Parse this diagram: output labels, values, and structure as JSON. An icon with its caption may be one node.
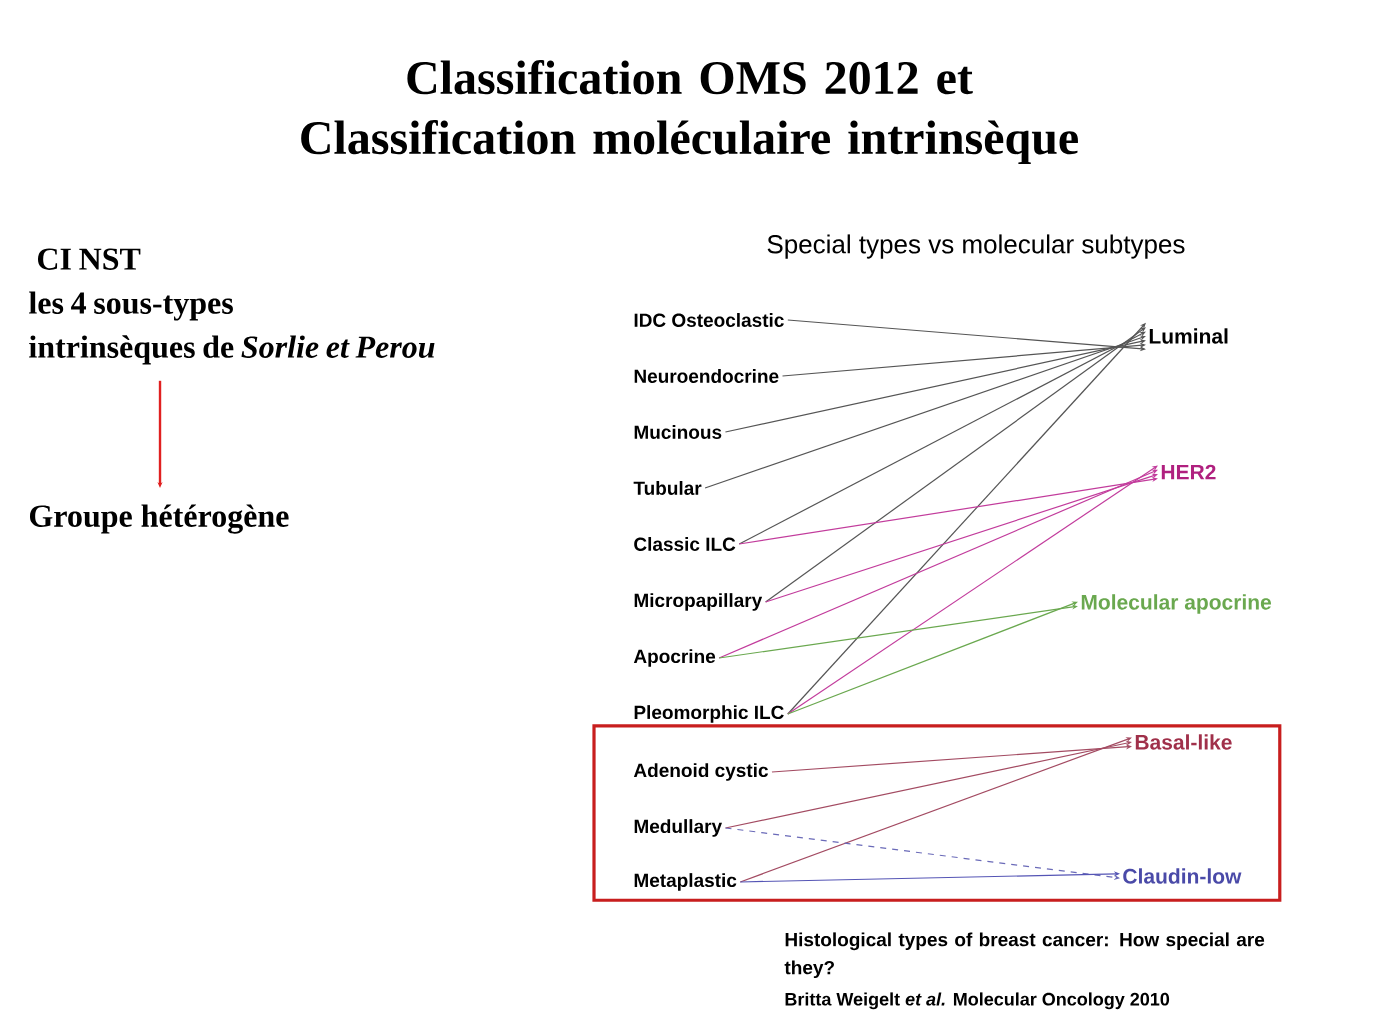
{
  "diagram": {
    "title": "Classification OMS 2012 et Classification moléculaire intrinsèque",
    "nodes": [
      {
        "text": [
          "CI NST",
          "les 4 sous-types intrinsèques de *Sorlie et Perou*"
        ]
      },
      {
        "text": [
          "Groupe hétérogène"
        ]
      },
      {
        "text": [
          "IDC Osteoclastic"
        ]
      },
      {
        "text": [
          "Neuroendocrine"
        ]
      },
      {
        "text": [
          "Mucinous"
        ]
      },
      {
        "text": [
          "Tubular"
        ]
      },
      {
        "text": [
          "Classic ILC"
        ]
      },
      {
        "text": [
          "Micropapillary"
        ]
      },
      {
        "text": [
          "Apocrine"
        ]
      },
      {
        "text": [
          "Pleomorphic ILC"
        ]
      },
      {
        "text": [
          "Luminal"
        ]
      },
      {
        "text": [
          "HER2"
        ]
      },
      {
        "text": [
          "Molecular apocrine"
        ]
      },
      {
        "text": [],
        "shape": "box"
      },
      {
        "text": [
          "Adenoid cystic"
        ],
        "in": 13
      },
      {
        "text": [
          "Medullary"
        ],
        "in": 13
      },
      {
        "text": [
          "Metaplastic"
        ],
        "in": 13
      },
      {
        "text": [
          "Basal-like"
        ],
        "in": 13
      },
      {
        "text": [
          "Claudin-low"
        ],
        "in": 13
      }
    ],
    "edges": [
      {
        "from": 0,
        "to": 1,
        "arrow": "to",
        "color": "#e02020"
      },
      {
        "from": 2,
        "to": 10,
        "arrow": "to"
      },
      {
        "from": 3,
        "to": 10,
        "arrow": "to"
      },
      {
        "from": 4,
        "to": 10,
        "arrow": "to"
      },
      {
        "from": 5,
        "to": 10,
        "arrow": "to"
      },
      {
        "from": 6,
        "to": 10,
        "arrow": "to"
      },
      {
        "from": 7,
        "to": 10,
        "arrow": "to"
      },
      {
        "from": 9,
        "to": 10,
        "arrow": "to"
      },
      {
        "from": 6,
        "to": 11,
        "arrow": "to",
        "color": "#c23c9c"
      },
      {
        "from": 7,
        "to": 11,
        "arrow": "to",
        "color": "#c23c9c"
      },
      {
        "from": 8,
        "to": 11,
        "arrow": "to",
        "color": "#c23c9c"
      },
      {
        "from": 9,
        "to": 11,
        "arrow": "to",
        "color": "#c23c9c"
      },
      {
        "from": 8,
        "to": 12,
        "arrow": "to",
        "color": "#6aa84f"
      },
      {
        "from": 9,
        "to": 12,
        "arrow": "to",
        "color": "#6aa84f"
      },
      {
        "from": 14,
        "to": 17,
        "arrow": "to",
        "color": "#a34b62"
      },
      {
        "from": 15,
        "to": 17,
        "arrow": "to",
        "color": "#a34b62"
      },
      {
        "from": 16,
        "to": 17,
        "arrow": "to",
        "color": "#a34b62"
      },
      {
        "from": 15,
        "to": 18,
        "arrow": "to",
        "style": "dashed",
        "color": "#6a6ab8"
      },
      {
        "from": 16,
        "to": 18,
        "arrow": "to",
        "color": "#5555b5"
      }
    ],
    "labels": [
      "Special types vs molecular subtypes",
      "Histological types of breast cancer: How special are they?",
      "Britta Weigelt *et al.* Molecular Oncology 2010"
    ]
  }
}
